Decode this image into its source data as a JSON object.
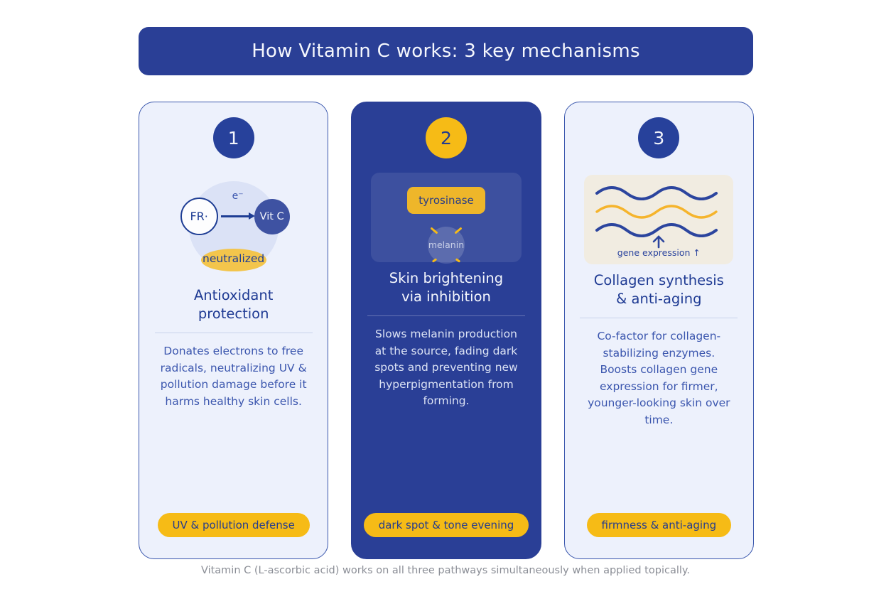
{
  "header": {
    "title": "How Vitamin C works: 3 key mechanisms"
  },
  "colors": {
    "primary_blue": "#2a3f96",
    "badge_blue": "#27419b",
    "accent_yellow": "#f6bb16",
    "light_card_bg": "#edf1fc",
    "title_blue": "#1e3a93",
    "body_blue": "#3b56ae",
    "cream_panel": "#f1ece1",
    "footer_gray": "#8b8e96"
  },
  "cards": [
    {
      "number": "1",
      "title": "Antioxidant protection",
      "body": "Donates electrons to free radicals, neutralizing UV & pollution damage before it harms healthy skin cells.",
      "pill": "UV & pollution defense",
      "illustration": {
        "free_radical_label": "FR·",
        "electron_label": "e⁻",
        "vitamin_c_label": "Vit C",
        "neutralized_label": "neutralized"
      }
    },
    {
      "number": "2",
      "title": "Skin brightening via inhibition",
      "body": "Slows melanin production at the source, fading dark spots and preventing new hyperpigmentation from forming.",
      "pill": "dark spot & tone evening",
      "illustration": {
        "tyrosinase_label": "tyrosinase",
        "melanin_label": "melanin"
      }
    },
    {
      "number": "3",
      "title": "Collagen synthesis & anti-aging",
      "body": "Co-factor for collagen-stabilizing enzymes. Boosts collagen gene expression for firmer, younger-looking skin over time.",
      "pill": "firmness & anti-aging",
      "illustration": {
        "gene_expression_label": "gene expression ↑"
      }
    }
  ],
  "footer": {
    "note": "Vitamin C (L-ascorbic acid) works on all three pathways simultaneously when applied topically."
  }
}
